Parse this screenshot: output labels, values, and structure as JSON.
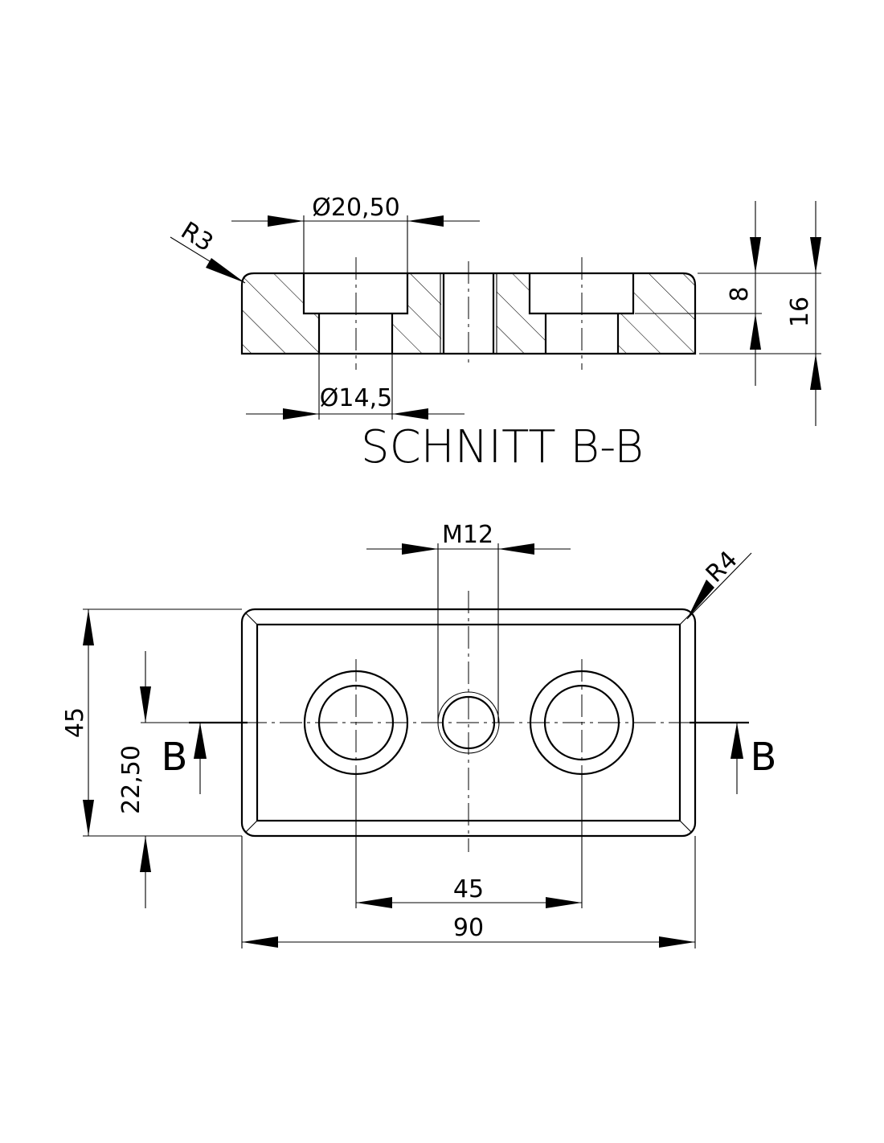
{
  "section": {
    "title": "SCHNITT B-B",
    "dim_counterbore_diameter": "Ø20,50",
    "dim_through_diameter": "Ø14,5",
    "dim_radius": "R3",
    "dim_counterbore_depth": "8",
    "dim_total_height": "16"
  },
  "plan": {
    "dim_thread": "M12",
    "dim_radius": "R4",
    "dim_height": "45",
    "dim_half_height": "22,50",
    "dim_hole_spacing": "45",
    "dim_width": "90",
    "section_mark_left": "B",
    "section_mark_right": "B"
  }
}
